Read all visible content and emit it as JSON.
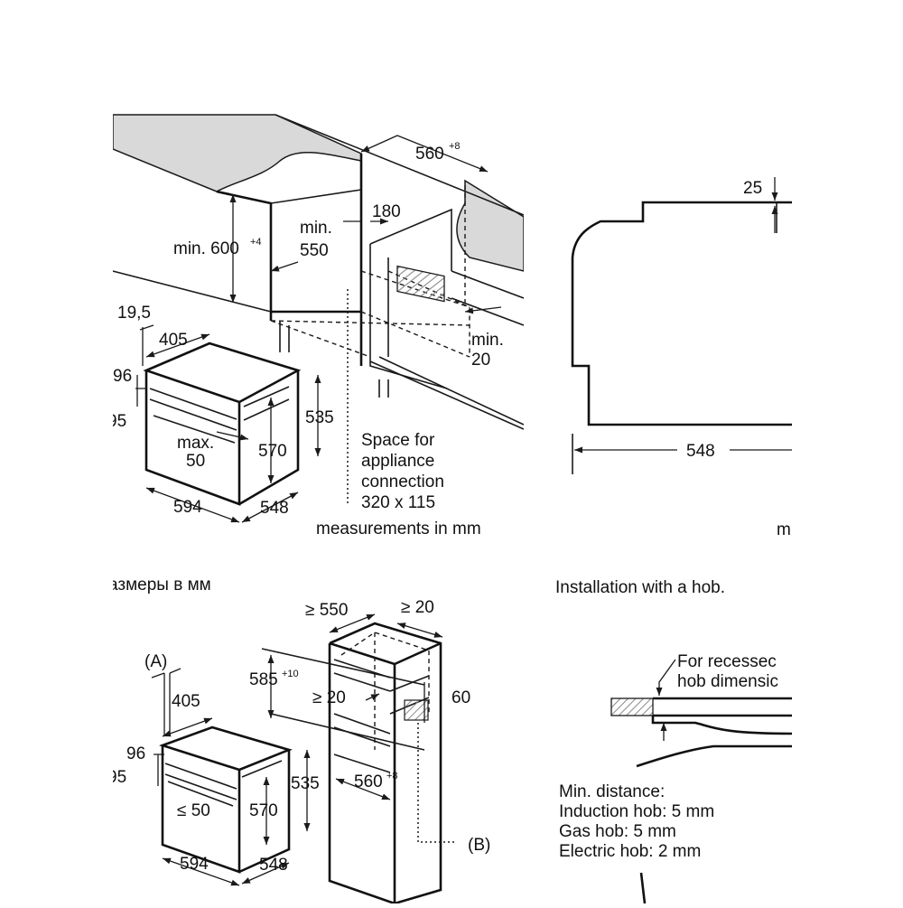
{
  "colors": {
    "line": "#1a1a1a",
    "countertop": "#d9d9d9",
    "hatch": "#8a8a8a",
    "background": "#ffffff"
  },
  "panel_tl": {
    "dim_width_top": "560",
    "dim_width_top_sup": "+8",
    "min_label": "min.",
    "min_height_value": "min. 600",
    "min_height_sup": "+4",
    "depth_value": "550",
    "dim_180": "180",
    "min_gap_value": "20",
    "dim_19_5": "19,5",
    "dim_405": "405",
    "dim_96": "96",
    "dim_95_partial": "95",
    "dim_535": "535",
    "max_label": "max.",
    "max_value": "50",
    "dim_570": "570",
    "dim_594": "594",
    "dim_548": "548",
    "space_note": [
      "Space for",
      "appliance",
      "connection",
      "320 x 115"
    ],
    "measurements_note": "measurements in mm"
  },
  "panel_tr": {
    "dim_25": "25",
    "dim_548": "548",
    "partial_text": "m"
  },
  "panel_bl": {
    "header_partial": "азмеры в мм",
    "label_a": "(A)",
    "dim_405": "405",
    "dim_96": "96",
    "dim_95_partial": "95",
    "dim_535": "535",
    "le_50": "≤ 50",
    "dim_570": "570",
    "dim_594": "594",
    "dim_548": "548",
    "ge_550": "≥ 550",
    "ge_20_top": "≥ 20",
    "dim_585": "585",
    "dim_585_sup": "+10",
    "ge_20_mid": "≥ 20",
    "dim_60": "60",
    "dim_560": "560",
    "dim_560_sup": "+8",
    "label_b": "(B)"
  },
  "panel_br": {
    "title": "Installation with a hob.",
    "recess_note": [
      "For recessec",
      "hob dimensic"
    ],
    "min_distance_title": "Min. distance:",
    "distances": [
      "Induction hob: 5 mm",
      "Gas hob: 5 mm",
      "Electric hob: 2 mm"
    ]
  }
}
